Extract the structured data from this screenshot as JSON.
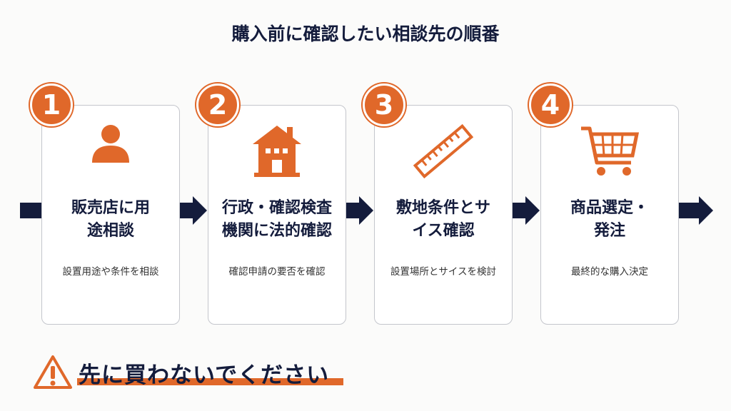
{
  "title": "購入前に確認したい相談先の順番",
  "steps": [
    {
      "number": "1",
      "icon": "person-icon",
      "title": "販売店に用\n途相談",
      "subtitle": "設置用途や条件を相談"
    },
    {
      "number": "2",
      "icon": "house-icon",
      "title": "行政・確認検査\n機関に法的確認",
      "subtitle": "確認申請の要否を確認"
    },
    {
      "number": "3",
      "icon": "ruler-icon",
      "title": "敷地条件とサ\nイス確認",
      "subtitle": "設置場所とサイスを検討"
    },
    {
      "number": "4",
      "icon": "cart-icon",
      "title": "商品選定・\n発注",
      "subtitle": "最終的な購入決定"
    }
  ],
  "warning": "先に買わないでください",
  "colors": {
    "accent": "#e0682a",
    "navy": "#141c3c"
  }
}
